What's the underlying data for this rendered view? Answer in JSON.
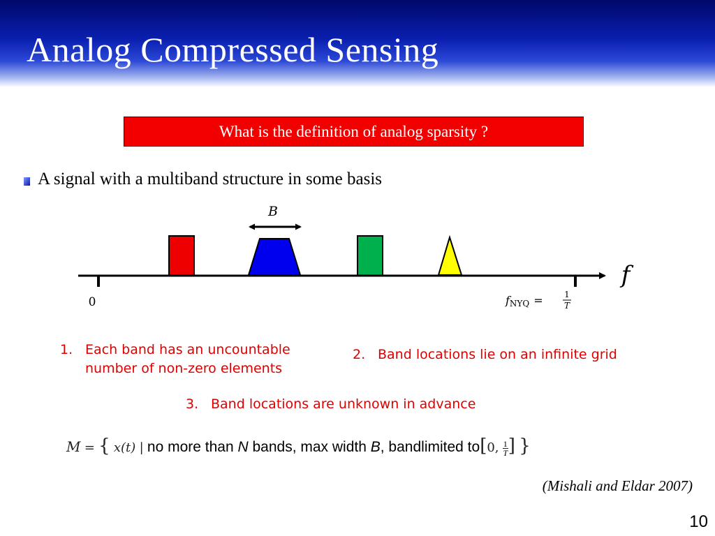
{
  "slide": {
    "title": "Analog Compressed Sensing",
    "question": "What is the definition of analog sparsity ?",
    "bullet": "A signal with a multiband structure in some basis",
    "page_number": "10",
    "citation": "(Mishali and Eldar 2007)"
  },
  "diagram": {
    "bandwidth_label": "B",
    "origin_label": "0",
    "axis_label": "f",
    "nyquist_label": "f",
    "nyquist_sub": "NYQ",
    "nyquist_eq": "=",
    "nyquist_num": "1",
    "nyquist_den": "T",
    "band_colors": {
      "red": "#ee0000",
      "blue": "#0000ee",
      "green": "#00b04c",
      "yellow": "#ffff00"
    }
  },
  "list": [
    {
      "num": "1.",
      "line1": "Each band has an uncountable",
      "line2": "number of non-zero elements"
    },
    {
      "num": "2.",
      "line1": "Band locations lie on an infinite grid"
    },
    {
      "num": "3.",
      "line1": "Band locations are unknown in advance"
    }
  ],
  "formula": {
    "set_symbol": "M",
    "equals": "=",
    "open_brace": "{",
    "signal": "x(t)",
    "bar": "|",
    "text1": "no more than ",
    "N": "N",
    "text2": " bands, max width ",
    "B": "B",
    "text3": ", bandlimited to",
    "interval_open": "[",
    "interval_zero": "0,",
    "interval_num": "1",
    "interval_den": "T",
    "interval_close": "]",
    "close_brace": "}"
  }
}
